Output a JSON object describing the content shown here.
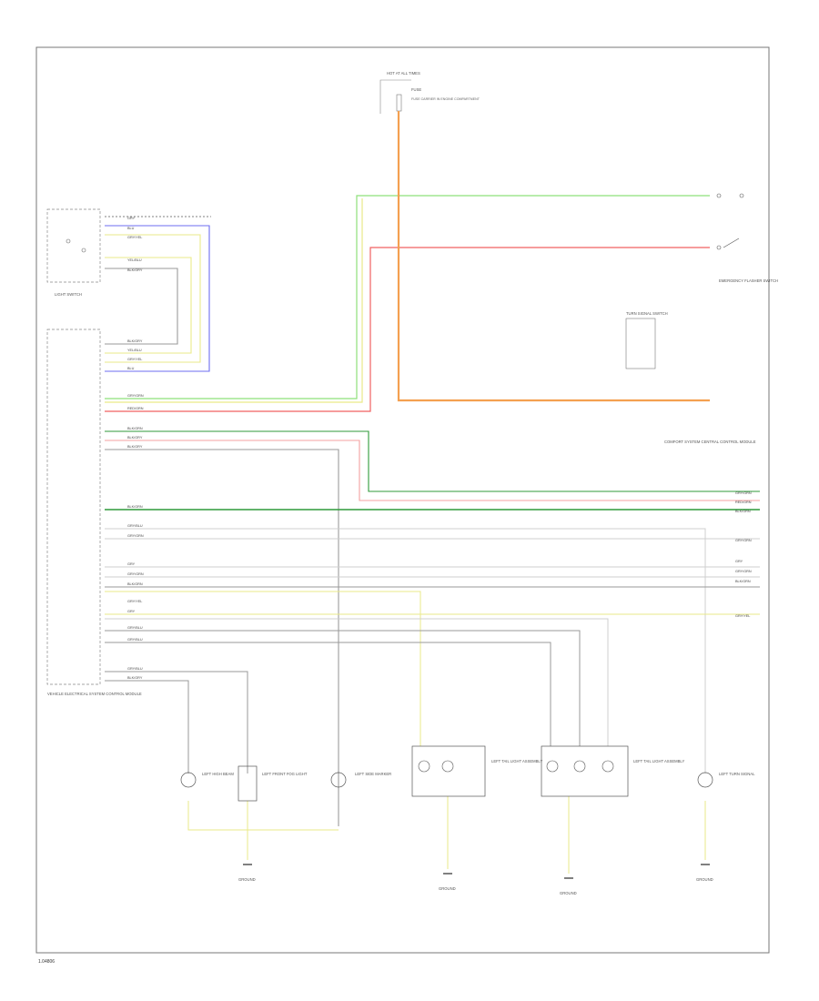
{
  "footer": {
    "code": "1.04806"
  },
  "components": {
    "light_switch": {
      "label": "LIGHT SWITCH"
    },
    "vehicle_electrical_system_control_module": {
      "label": "VEHICLE ELECTRICAL SYSTEM CONTROL MODULE"
    },
    "fuse_top": {
      "hot_label": "HOT AT ALL TIMES",
      "fuse_label": "FUSE",
      "desc": "FUSE CARRIER IN ENGINE COMPARTMENT"
    },
    "hazard_switch": {
      "label": "EMERGENCY FLASHER SWITCH"
    },
    "turn_signal_switch": {
      "label": "TURN SIGNAL SWITCH"
    },
    "comfort_module": {
      "label": "COMFORT SYSTEM CENTRAL CONTROL MODULE"
    },
    "left_high_beam": {
      "label": "LEFT HIGH BEAM"
    },
    "left_fog": {
      "label": "LEFT FRONT FOG LIGHT"
    },
    "left_side_marker": {
      "label": "LEFT SIDE MARKER"
    },
    "left_tail_light_assembly": {
      "label": "LEFT TAIL LIGHT ASSEMBLY"
    },
    "left_tail_light_assembly_2": {
      "label": "LEFT TAIL LIGHT ASSEMBLY"
    },
    "left_turn_signal": {
      "label": "LEFT TURN SIGNAL"
    },
    "ground_1": {
      "label": "GROUND"
    },
    "ground_2": {
      "label": "GROUND"
    },
    "ground_3": {
      "label": "GROUND"
    },
    "ground_4": {
      "label": "GROUND"
    }
  },
  "wire_labels": {
    "sw_1": "GRY",
    "sw_2": "BLU",
    "sw_3": "GRY/YEL",
    "sw_4": "YEL/BLU",
    "sw_5": "BLK/GRY",
    "m_1": "BLK/GRY",
    "m_2": "YEL/BLU",
    "m_3": "GRY/YEL",
    "m_4": "BLU",
    "m_5": "GRY/GRN",
    "m_6": "RED/GRN",
    "m_7": "BLK/GRN",
    "m_8": "BLK/GRY",
    "m_9": "BLK/GRY",
    "m_10": "BLK/GRN",
    "m_11": "GRY/BLU",
    "m_12": "GRY/GRN",
    "m_13": "GRY",
    "m_14": "GRY/GRN",
    "m_15": "BLK/GRN",
    "m_16": "GRY/YEL",
    "m_17": "GRY",
    "m_18": "GRY/BLU",
    "m_19": "GRY/BLU",
    "m_20": "GRY/BLU",
    "m_21": "BLK/GRY",
    "r_1": "GRY/GRN",
    "r_2": "RED/GRN",
    "r_3": "BLK/GRN",
    "r_4": "GRY/GRN",
    "r_5": "GRY",
    "r_6": "GRY/GRN",
    "r_7": "BLK/GRN",
    "r_8": "GRY/YEL"
  },
  "colors": {
    "green": "#8ee07a",
    "dark_green": "#2f9a3a",
    "orange": "#f4a050",
    "red": "#f06060",
    "pink": "#f4a0a0",
    "yellow": "#eaea88",
    "blue": "#6d6df0",
    "gray": "#9a9a9a",
    "light_gray": "#cfcfcf",
    "outline": "#555555"
  }
}
